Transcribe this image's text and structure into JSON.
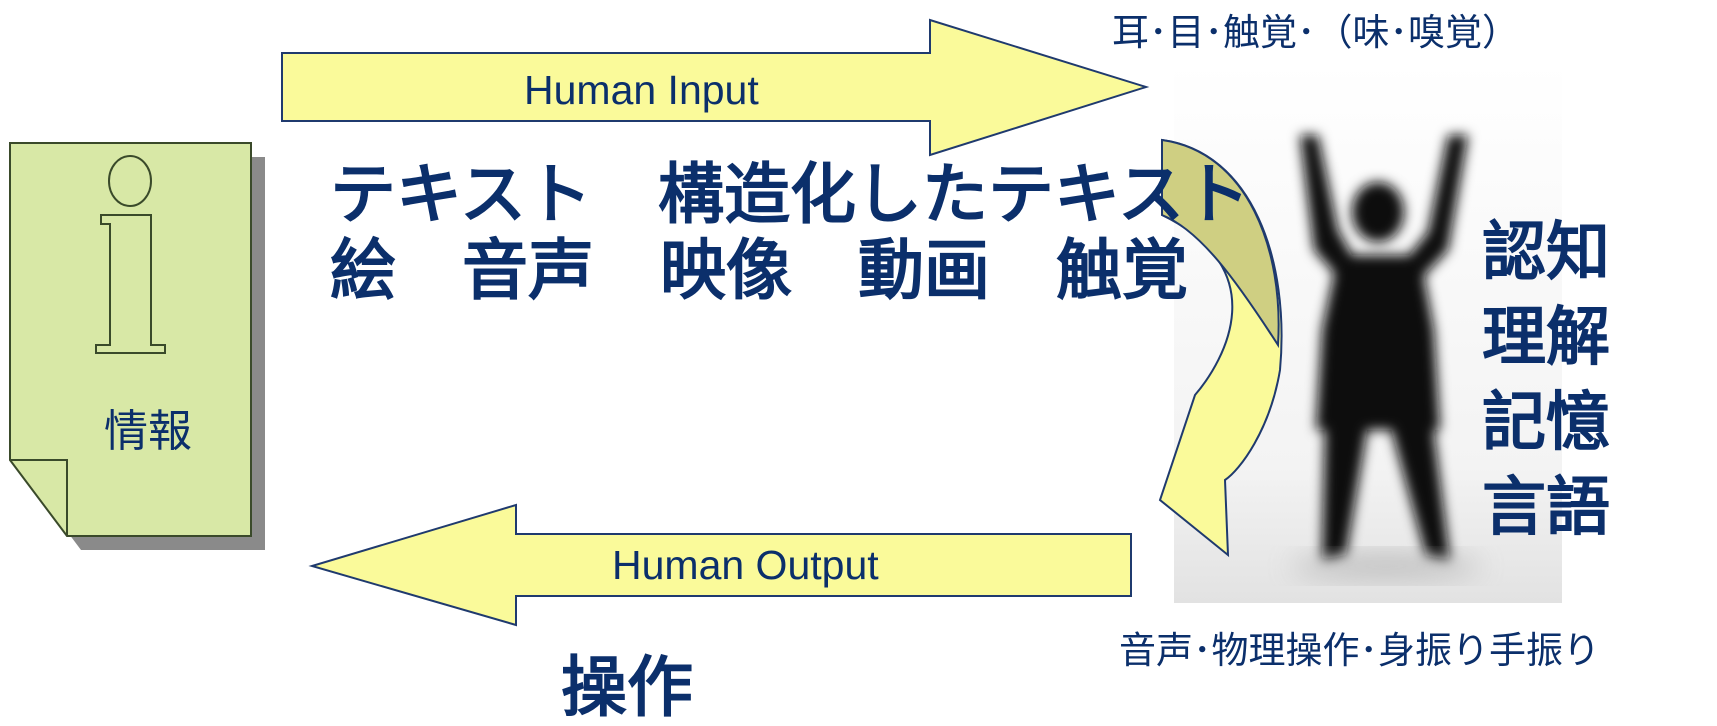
{
  "info_doc": {
    "label": "情報",
    "icon": "info-icon"
  },
  "human_input": {
    "label": "Human Input"
  },
  "human_output": {
    "label": "Human Output"
  },
  "input_media": {
    "line1": "テキスト　構造化したテキスト",
    "line2": "絵　音声　映像　動画　触覚"
  },
  "input_senses": "耳･目･触覚･（味･嗅覚）",
  "output_modes": "音声･物理操作･身振り手振り",
  "output_media": "操作",
  "cognition": [
    "認知",
    "理解",
    "記憶",
    "言語"
  ],
  "colors": {
    "text": "#0b2f6b",
    "arrow_fill": "#fafa9a",
    "arrow_stroke": "#1f3a6e",
    "doc_fill": "#d8e8a6",
    "doc_shadow": "#8a8a8a",
    "curve_top": "#cfcf82",
    "curve_bottom": "#fafa9a"
  }
}
